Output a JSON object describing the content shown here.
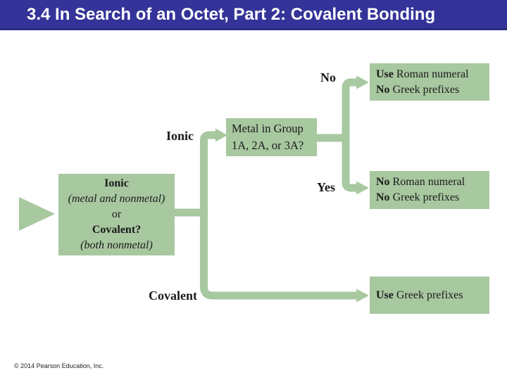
{
  "header": {
    "title": "3.4 In Search of an Octet, Part 2: Covalent Bonding"
  },
  "footer": {
    "copyright": "© 2014 Pearson Education, Inc."
  },
  "colors": {
    "header_bg": "#333399",
    "header_border": "#2a2a80",
    "header_text": "#ffffff",
    "green": "#a8c8a0",
    "text": "#1a1a1a"
  },
  "flowchart": {
    "start_box": {
      "line1": "Ionic",
      "line2": "(metal and nonmetal)",
      "line3": "or",
      "line4": "Covalent?",
      "line5": "(both nonmetal)"
    },
    "branch_labels": {
      "ionic": "Ionic",
      "covalent": "Covalent",
      "no": "No",
      "yes": "Yes"
    },
    "question_box": {
      "line1": "Metal in Group",
      "line2": "1A, 2A, or 3A?"
    },
    "no_box": {
      "line1_bold": "Use",
      "line1_rest": " Roman numeral",
      "line2_bold": "No",
      "line2_rest": " Greek prefixes"
    },
    "yes_box": {
      "line1_bold": "No",
      "line1_rest": " Roman numeral",
      "line2_bold": "No",
      "line2_rest": " Greek prefixes"
    },
    "covalent_box": {
      "bold": "Use",
      "rest": " Greek prefixes"
    }
  }
}
